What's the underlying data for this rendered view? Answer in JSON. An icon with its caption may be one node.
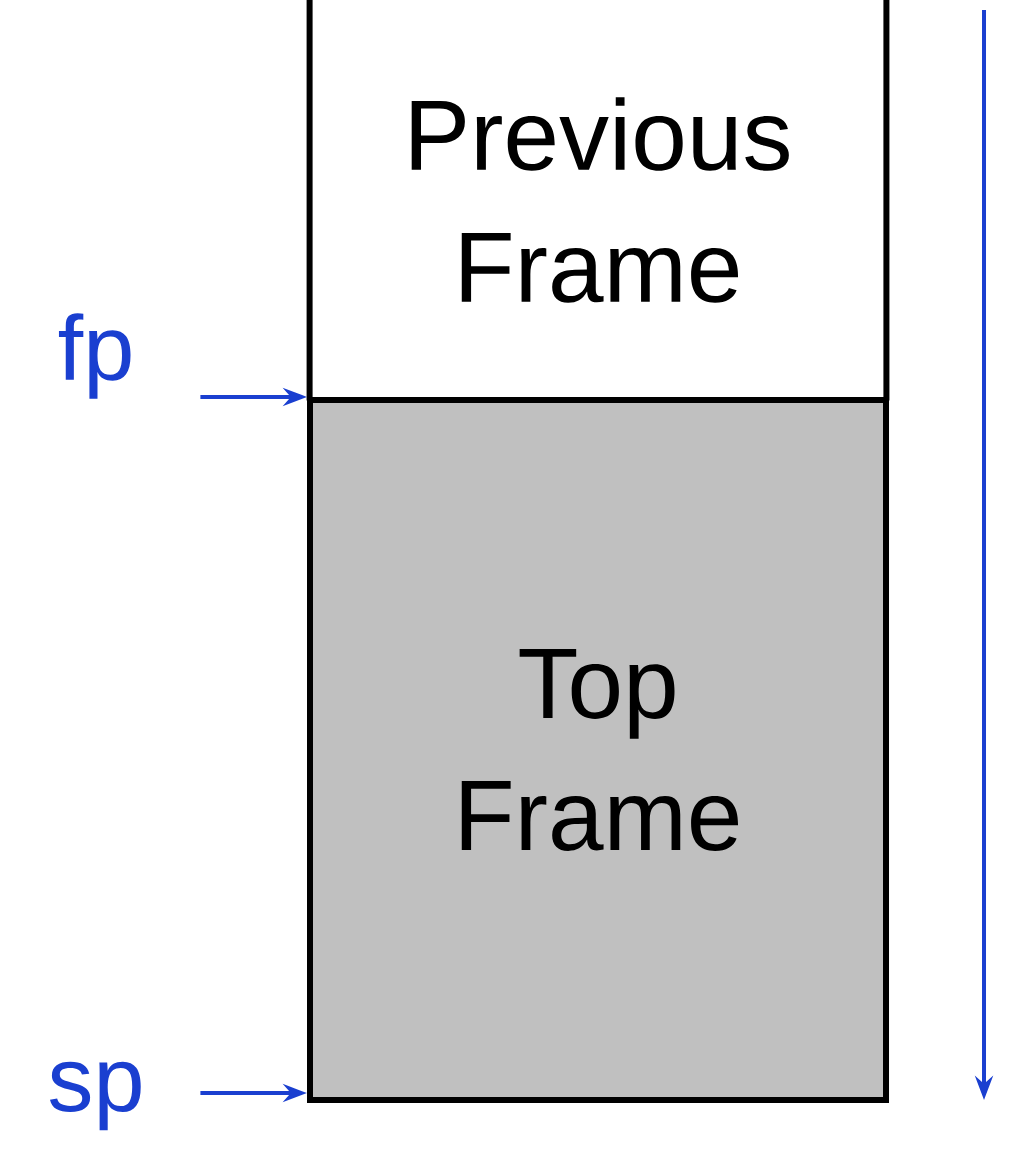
{
  "diagram": {
    "nodes": [
      {
        "text": [
          "Previous Frame"
        ]
      },
      {
        "text": [
          "Top Frame"
        ]
      },
      {
        "text": [
          "fp"
        ]
      },
      {
        "text": [
          "sp"
        ]
      }
    ],
    "edges": [
      {
        "from": 2,
        "to": 1,
        "arrow": "to"
      },
      {
        "from": 3,
        "to": 1,
        "arrow": "to"
      }
    ]
  }
}
